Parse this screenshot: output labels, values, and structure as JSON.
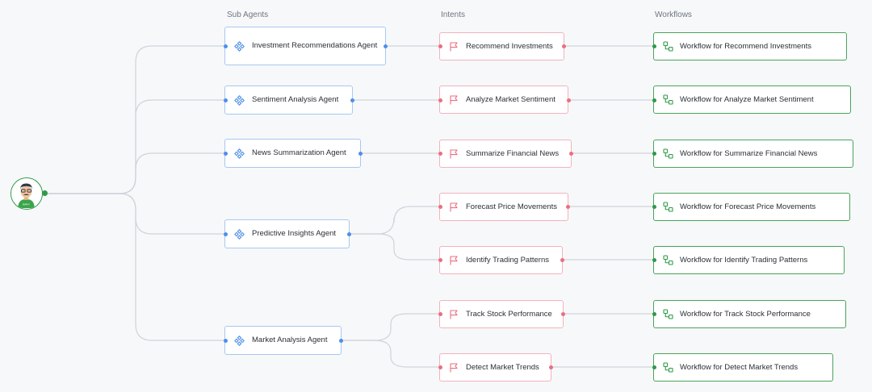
{
  "headers": {
    "sub_agents": "Sub Agents",
    "intents": "Intents",
    "workflows": "Workflows"
  },
  "root": {
    "icon": "user-avatar-icon",
    "badge": "BPRS"
  },
  "agents": [
    {
      "label": "Investment Recommendations Agent"
    },
    {
      "label": "Sentiment Analysis Agent"
    },
    {
      "label": "News Summarization Agent"
    },
    {
      "label": "Predictive Insights Agent"
    },
    {
      "label": "Market Analysis Agent"
    }
  ],
  "intents": [
    {
      "label": "Recommend Investments",
      "agent": 0
    },
    {
      "label": "Analyze Market Sentiment",
      "agent": 1
    },
    {
      "label": "Summarize Financial News",
      "agent": 2
    },
    {
      "label": "Forecast Price Movements",
      "agent": 3
    },
    {
      "label": "Identify Trading Patterns",
      "agent": 3
    },
    {
      "label": "Track Stock Performance",
      "agent": 4
    },
    {
      "label": "Detect Market Trends",
      "agent": 4
    }
  ],
  "workflows": [
    {
      "label": "Workflow for Recommend Investments"
    },
    {
      "label": "Workflow for Analyze Market Sentiment"
    },
    {
      "label": "Workflow for Summarize Financial News"
    },
    {
      "label": "Workflow for Forecast Price Movements"
    },
    {
      "label": "Workflow for Identify Trading Patterns"
    },
    {
      "label": "Workflow for Track Stock Performance"
    },
    {
      "label": "Workflow for Detect Market Trends"
    }
  ],
  "colors": {
    "agent_border": "#a9c7f0",
    "agent_accent": "#4d8fe8",
    "intent_border": "#f2b3bc",
    "intent_accent": "#ea6f80",
    "workflow_accent": "#2f9a48",
    "edge": "#cfd3da"
  }
}
